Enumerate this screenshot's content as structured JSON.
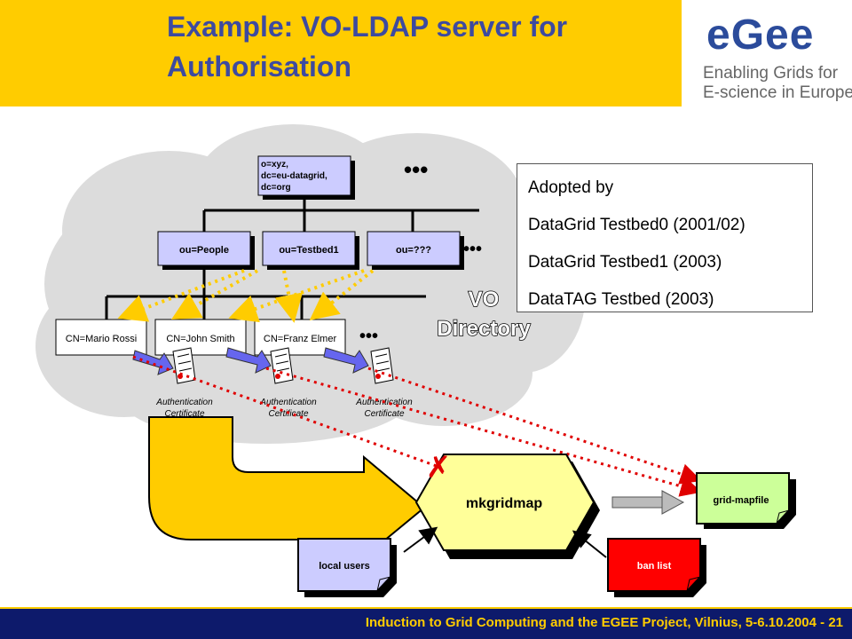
{
  "slide": {
    "title": "Example: VO-LDAP server for Authorisation",
    "logo": {
      "word": "eGee",
      "line1": "Enabling Grids for",
      "line2": "E-science in Europe"
    },
    "footer": "Induction to Grid Computing and the EGEE Project, Vilnius, 5-6.10.2004 - 21"
  },
  "adopted": {
    "heading": "Adopted by",
    "items": [
      "DataGrid Testbed0 (2001/02)",
      "DataGrid Testbed1 (2003)",
      "DataTAG Testbed (2003)"
    ]
  },
  "tree": {
    "root_lines": [
      "o=xyz,",
      "dc=eu-datagrid,",
      "dc=org"
    ],
    "ous": [
      "ou=People",
      "ou=Testbed1",
      "ou=???"
    ],
    "cns": [
      "CN=Mario Rossi",
      "CN=John Smith",
      "CN=Franz Elmer"
    ],
    "ellipsis": "•••",
    "vo_label_1": "VO",
    "vo_label_2": "Directory",
    "cert_line1": "Authentication",
    "cert_line2": "Certificate"
  },
  "flow": {
    "mkgridmap": "mkgridmap",
    "gridmapfile": "grid-mapfile",
    "local_users": "local users",
    "ban_list": "ban list",
    "cross": "✗"
  },
  "colors": {
    "header": "#ffcc00",
    "title": "#3d4aa0",
    "box_blue": "#ccccff",
    "hexagon": "#ffff99",
    "gridmap_box": "#ccff99",
    "ban": "#ff0000",
    "dotted_yellow": "#ffcc00",
    "dotted_red": "#e00000",
    "footer": "#0d1a6b"
  }
}
